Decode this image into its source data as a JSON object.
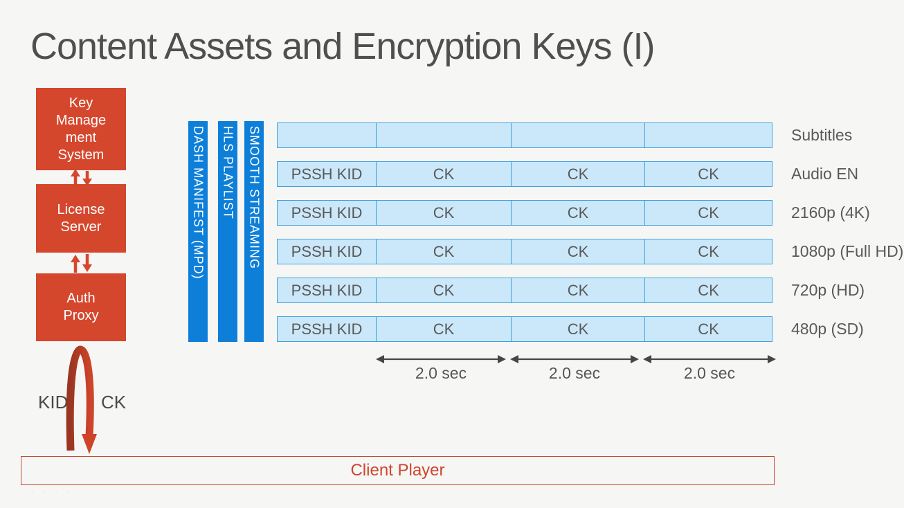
{
  "title": "Content Assets and Encryption Keys (I)",
  "key_flow": {
    "boxes": [
      {
        "id": "key-management-system",
        "label": "Key\nManage\nment\nSystem"
      },
      {
        "id": "license-server",
        "label": "License\nServer"
      },
      {
        "id": "auth-proxy",
        "label": "Auth\nProxy"
      }
    ],
    "curve_labels": {
      "left": "KID",
      "right": "CK"
    }
  },
  "manifest_bars": [
    "DASH MANIFEST (MPD)",
    "HLS PLAYLIST",
    "SMOOTH STREAMING"
  ],
  "asset_grid": {
    "rows": [
      {
        "label": "Subtitles",
        "cells": [
          "",
          "",
          "",
          ""
        ]
      },
      {
        "label": "Audio EN",
        "cells": [
          "PSSH KID",
          "CK",
          "CK",
          "CK"
        ]
      },
      {
        "label": "2160p (4K)",
        "cells": [
          "PSSH KID",
          "CK",
          "CK",
          "CK"
        ]
      },
      {
        "label": "1080p (Full HD)",
        "cells": [
          "PSSH KID",
          "CK",
          "CK",
          "CK"
        ]
      },
      {
        "label": "720p (HD)",
        "cells": [
          "PSSH KID",
          "CK",
          "CK",
          "CK"
        ]
      },
      {
        "label": "480p (SD)",
        "cells": [
          "PSSH KID",
          "CK",
          "CK",
          "CK"
        ]
      }
    ]
  },
  "timeline": {
    "segments": [
      "2.0 sec",
      "2.0 sec",
      "2.0 sec"
    ]
  },
  "client_player_label": "Client Player",
  "footer_marks": "· · · ·",
  "colors": {
    "accent_red": "#d5472d",
    "accent_red_dark": "#993621",
    "bar_blue": "#0e7fd9",
    "cell_fill": "#cbe8fa",
    "cell_border": "#3ea1db",
    "text_gray": "#595959",
    "timeline_gray": "#464646"
  }
}
